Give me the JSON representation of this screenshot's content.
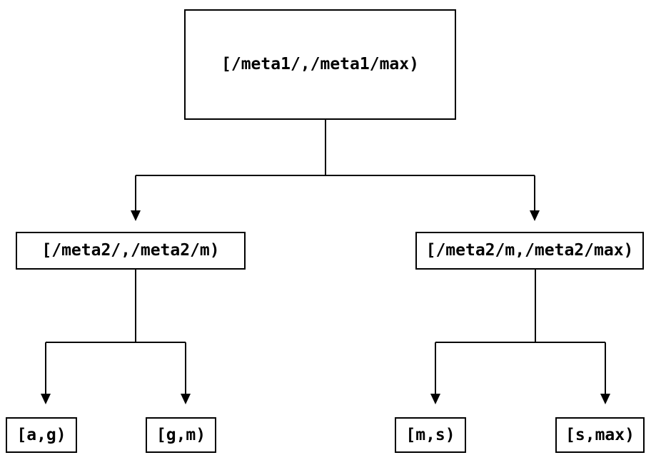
{
  "diagram": {
    "type": "tree",
    "background_color": "#ffffff",
    "line_color": "#000000",
    "box_border_color": "#000000",
    "text_color": "#000000",
    "tree": {
      "label": "[/meta1/,/meta1/max)",
      "children": [
        {
          "label": "[/meta2/,/meta2/m)",
          "children": [
            {
              "label": "[a,g)"
            },
            {
              "label": "[g,m)"
            }
          ]
        },
        {
          "label": "[/meta2/m,/meta2/max)",
          "children": [
            {
              "label": "[m,s)"
            },
            {
              "label": "[s,max)"
            }
          ]
        }
      ]
    }
  }
}
